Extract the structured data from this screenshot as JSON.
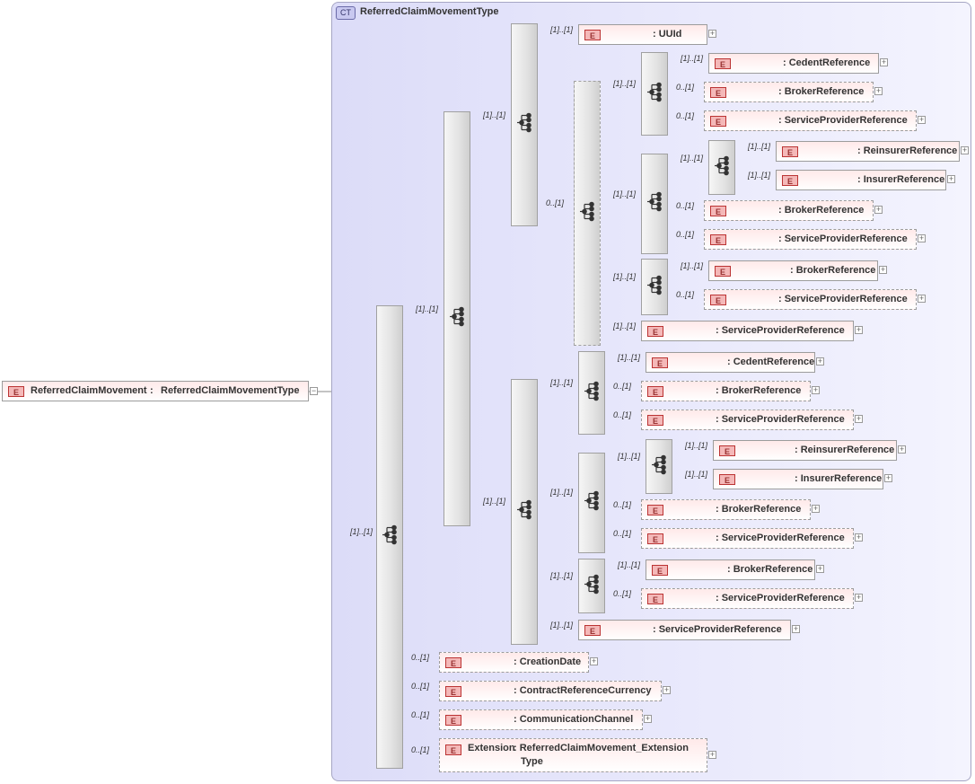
{
  "complex_type": {
    "badge": "CT",
    "title": "ReferredClaimMovementType"
  },
  "root": {
    "badge": "E",
    "name": "ReferredClaimMovement",
    "sep": ":",
    "type": "ReferredClaimMovementType"
  },
  "elements": [
    {
      "id": "e1",
      "badge": "E",
      "ref": "<Ref>",
      "type": ": UUId",
      "card": "[1]..[1]"
    },
    {
      "id": "e2",
      "badge": "E",
      "ref": "<Ref>",
      "type": ": CedentReference",
      "card": "[1]..[1]"
    },
    {
      "id": "e3",
      "badge": "E",
      "ref": "<Ref>",
      "type": ": BrokerReference",
      "card": "0..[1]"
    },
    {
      "id": "e4",
      "badge": "E",
      "ref": "<Ref>",
      "type": ": ServiceProviderReference",
      "card": "0..[1]"
    },
    {
      "id": "e5",
      "badge": "E",
      "ref": "<Ref>",
      "type": ": ReinsurerReference",
      "card": "[1]..[1]"
    },
    {
      "id": "e6",
      "badge": "E",
      "ref": "<Ref>",
      "type": ": InsurerReference",
      "card": "[1]..[1]"
    },
    {
      "id": "e7",
      "badge": "E",
      "ref": "<Ref>",
      "type": ": BrokerReference",
      "card": "0..[1]"
    },
    {
      "id": "e8",
      "badge": "E",
      "ref": "<Ref>",
      "type": ": ServiceProviderReference",
      "card": "0..[1]"
    },
    {
      "id": "e9",
      "badge": "E",
      "ref": "<Ref>",
      "type": ": BrokerReference",
      "card": "[1]..[1]"
    },
    {
      "id": "e10",
      "badge": "E",
      "ref": "<Ref>",
      "type": ": ServiceProviderReference",
      "card": "0..[1]"
    },
    {
      "id": "e11",
      "badge": "E",
      "ref": "<Ref>",
      "type": ": ServiceProviderReference",
      "card": "[1]..[1]"
    },
    {
      "id": "e12",
      "badge": "E",
      "ref": "<Ref>",
      "type": ": CedentReference",
      "card": "[1]..[1]"
    },
    {
      "id": "e13",
      "badge": "E",
      "ref": "<Ref>",
      "type": ": BrokerReference",
      "card": "0..[1]"
    },
    {
      "id": "e14",
      "badge": "E",
      "ref": "<Ref>",
      "type": ": ServiceProviderReference",
      "card": "0..[1]"
    },
    {
      "id": "e15",
      "badge": "E",
      "ref": "<Ref>",
      "type": ": ReinsurerReference",
      "card": "[1]..[1]"
    },
    {
      "id": "e16",
      "badge": "E",
      "ref": "<Ref>",
      "type": ": InsurerReference",
      "card": "[1]..[1]"
    },
    {
      "id": "e17",
      "badge": "E",
      "ref": "<Ref>",
      "type": ": BrokerReference",
      "card": "0..[1]"
    },
    {
      "id": "e18",
      "badge": "E",
      "ref": "<Ref>",
      "type": ": ServiceProviderReference",
      "card": "0..[1]"
    },
    {
      "id": "e19",
      "badge": "E",
      "ref": "<Ref>",
      "type": ": BrokerReference",
      "card": "[1]..[1]"
    },
    {
      "id": "e20",
      "badge": "E",
      "ref": "<Ref>",
      "type": ": ServiceProviderReference",
      "card": "0..[1]"
    },
    {
      "id": "e21",
      "badge": "E",
      "ref": "<Ref>",
      "type": ": ServiceProviderReference",
      "card": "[1]..[1]"
    },
    {
      "id": "e22",
      "badge": "E",
      "ref": "<Ref>",
      "type": ": CreationDate",
      "card": "0..[1]"
    },
    {
      "id": "e23",
      "badge": "E",
      "ref": "<Ref>",
      "type": ": ContractReferenceCurrency",
      "card": "0..[1]"
    },
    {
      "id": "e24",
      "badge": "E",
      "ref": "<Ref>",
      "type": ": CommunicationChannel",
      "card": "0..[1]"
    },
    {
      "id": "e25",
      "badge": "E",
      "ref": "Extension",
      "type": ": ReferredClaimMovement_Extension",
      "type_line2": "Type",
      "card": "0..[1]"
    }
  ],
  "sequences": [
    {
      "id": "s_main",
      "card": "[1]..[1]"
    },
    {
      "id": "s_a",
      "card": "[1]..[1]"
    },
    {
      "id": "s_b",
      "card": "[1]..[1]"
    },
    {
      "id": "s_c",
      "card": "[1]..[1]"
    },
    {
      "id": "s_d",
      "card": "0..[1]"
    },
    {
      "id": "s_e",
      "card": "[1]..[1]"
    },
    {
      "id": "s_f",
      "card": "[1]..[1]"
    },
    {
      "id": "s_g",
      "card": "[1]..[1]"
    },
    {
      "id": "s_h",
      "card": "[1]..[1]"
    },
    {
      "id": "s_i",
      "card": "[1]..[1]"
    },
    {
      "id": "s_j",
      "card": "[1]..[1]"
    },
    {
      "id": "s_k",
      "card": "[1]..[1]"
    },
    {
      "id": "s_l",
      "card": "[1]..[1]"
    },
    {
      "id": "s_m",
      "card": "[1]..[1]"
    },
    {
      "id": "s_n",
      "card": "[1]..[1]"
    }
  ]
}
